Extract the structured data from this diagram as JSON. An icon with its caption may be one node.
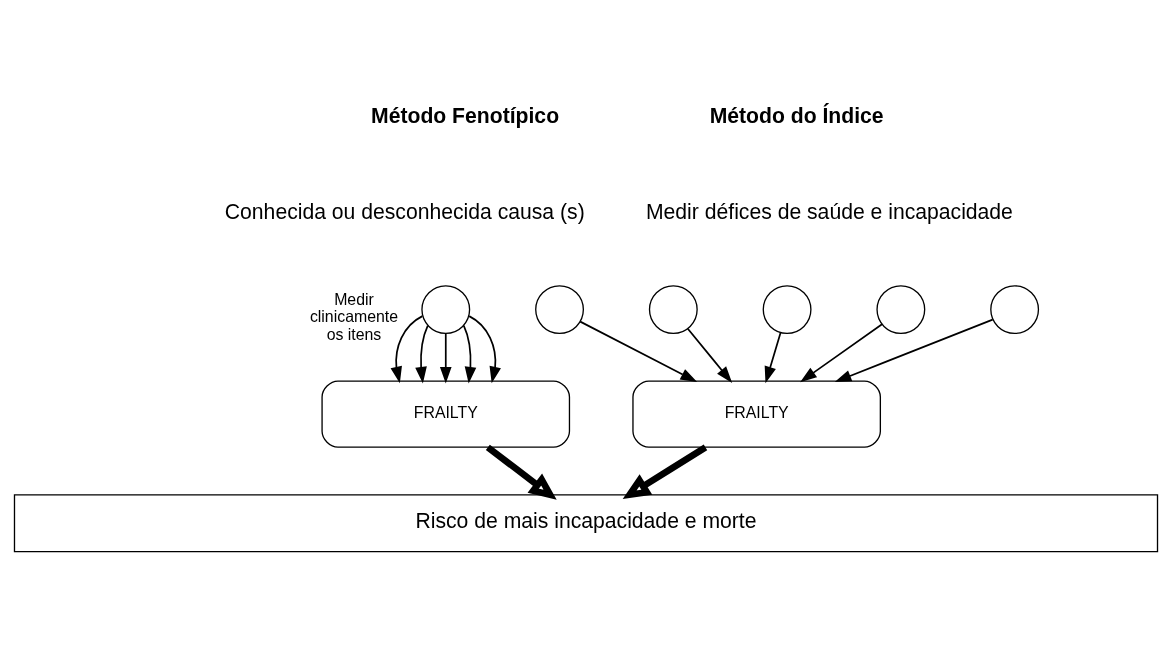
{
  "diagram": {
    "nodes": [
      {
        "text": [],
        "shape": "circle"
      },
      {
        "text": [
          "FRAILTY"
        ]
      },
      {
        "text": [],
        "shape": "circle"
      },
      {
        "text": [],
        "shape": "circle"
      },
      {
        "text": [],
        "shape": "circle"
      },
      {
        "text": [],
        "shape": "circle"
      },
      {
        "text": [],
        "shape": "circle"
      },
      {
        "text": [
          "FRAILTY"
        ]
      },
      {
        "text": [
          "Risco de mais incapacidade e morte"
        ]
      }
    ],
    "edges": [
      {
        "from": 0,
        "to": 1,
        "arrow": "to",
        "label": "Medir clinicamente os itens"
      },
      {
        "from": 0,
        "to": 1,
        "arrow": "to"
      },
      {
        "from": 0,
        "to": 1,
        "arrow": "to"
      },
      {
        "from": 0,
        "to": 1,
        "arrow": "to"
      },
      {
        "from": 0,
        "to": 1,
        "arrow": "to"
      },
      {
        "from": 2,
        "to": 7,
        "arrow": "to"
      },
      {
        "from": 3,
        "to": 7,
        "arrow": "to"
      },
      {
        "from": 4,
        "to": 7,
        "arrow": "to"
      },
      {
        "from": 5,
        "to": 7,
        "arrow": "to"
      },
      {
        "from": 6,
        "to": 7,
        "arrow": "to"
      },
      {
        "from": 1,
        "to": 8,
        "arrow": "to",
        "style": "thick"
      },
      {
        "from": 7,
        "to": 8,
        "arrow": "to",
        "style": "thick"
      }
    ],
    "labels": [
      "Método Fenotípico",
      "Conhecida ou desconhecida causa (s)",
      "Método do Índice",
      "Medir défices de saúde e incapacidade"
    ]
  }
}
